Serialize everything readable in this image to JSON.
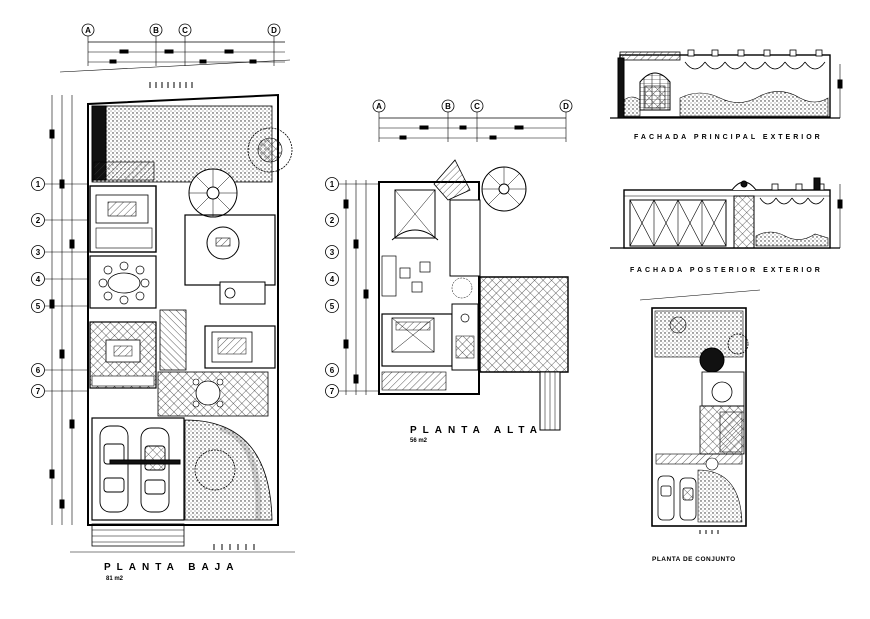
{
  "drawing": {
    "grid_letters": [
      "A",
      "B",
      "C",
      "D"
    ],
    "grid_numbers": [
      "1",
      "2",
      "3",
      "4",
      "5",
      "6",
      "7"
    ]
  },
  "labels": {
    "planta_baja": "PLANTA BAJA",
    "planta_baja_area": "81 m2",
    "planta_alta": "PLANTA ALTA",
    "planta_alta_area": "56 m2",
    "fachada_principal": "FACHADA PRINCIPAL EXTERIOR",
    "fachada_posterior": "FACHADA POSTERIOR EXTERIOR",
    "planta_conjunto": "PLANTA DE CONJUNTO"
  },
  "colors": {
    "ink": "#000000",
    "paper": "#ffffff",
    "hatch": "#555555"
  }
}
